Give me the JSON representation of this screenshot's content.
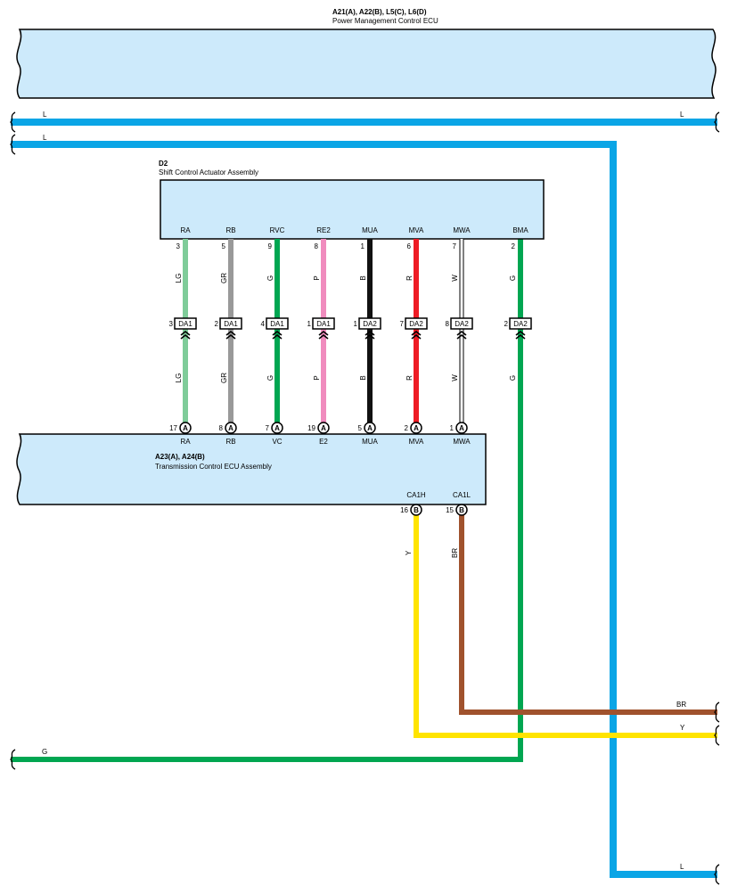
{
  "pm_ecu": {
    "code": "A21(A), A22(B), L5(C), L6(D)",
    "name": "Power Management Control ECU"
  },
  "actuator": {
    "code": "D2",
    "name": "Shift Control Actuator Assembly"
  },
  "tcu": {
    "code": "A23(A), A24(B)",
    "name": "Transmission Control ECU Assembly"
  },
  "bus_labels": {
    "l_top_left": "L",
    "l_top_right": "L",
    "l_branch_left": "L",
    "l_bottom_right": "L",
    "g_left": "G",
    "br_right": "BR",
    "y_right": "Y"
  },
  "wires": [
    {
      "sig": "RA",
      "act_pin": "3",
      "color_code": "LG",
      "color": "#7fcc99",
      "conn_pin": "3",
      "conn": "DA1",
      "tcu_pin": "17",
      "tcu_conn": "A",
      "tcu_sig": "RA"
    },
    {
      "sig": "RB",
      "act_pin": "5",
      "color_code": "GR",
      "color": "#999999",
      "conn_pin": "2",
      "conn": "DA1",
      "tcu_pin": "8",
      "tcu_conn": "A",
      "tcu_sig": "RB"
    },
    {
      "sig": "RVC",
      "act_pin": "9",
      "color_code": "G",
      "color": "#00a651",
      "conn_pin": "4",
      "conn": "DA1",
      "tcu_pin": "7",
      "tcu_conn": "A",
      "tcu_sig": "VC"
    },
    {
      "sig": "RE2",
      "act_pin": "8",
      "color_code": "P",
      "color": "#f08cbe",
      "conn_pin": "1",
      "conn": "DA1",
      "tcu_pin": "19",
      "tcu_conn": "A",
      "tcu_sig": "E2"
    },
    {
      "sig": "MUA",
      "act_pin": "1",
      "color_code": "B",
      "color": "#111111",
      "conn_pin": "1",
      "conn": "DA2",
      "tcu_pin": "5",
      "tcu_conn": "A",
      "tcu_sig": "MUA"
    },
    {
      "sig": "MVA",
      "act_pin": "6",
      "color_code": "R",
      "color": "#ee1c25",
      "conn_pin": "7",
      "conn": "DA2",
      "tcu_pin": "2",
      "tcu_conn": "A",
      "tcu_sig": "MVA"
    },
    {
      "sig": "MWA",
      "act_pin": "7",
      "color_code": "W",
      "color": "#ffffff",
      "conn_pin": "8",
      "conn": "DA2",
      "tcu_pin": "1",
      "tcu_conn": "A",
      "tcu_sig": "MWA"
    },
    {
      "sig": "BMA",
      "act_pin": "2",
      "color_code": "G",
      "color": "#00a651",
      "conn_pin": "2",
      "conn": "DA2"
    }
  ],
  "can": [
    {
      "sig": "CA1H",
      "pin": "16",
      "conn": "B",
      "color_code": "Y",
      "color": "#ffe400"
    },
    {
      "sig": "CA1L",
      "pin": "15",
      "conn": "B",
      "color_code": "BR",
      "color": "#a0522d"
    }
  ],
  "colors": {
    "box_fill": "#cdeafb",
    "bus_blue": "#0aa5e6",
    "green": "#00a651"
  }
}
